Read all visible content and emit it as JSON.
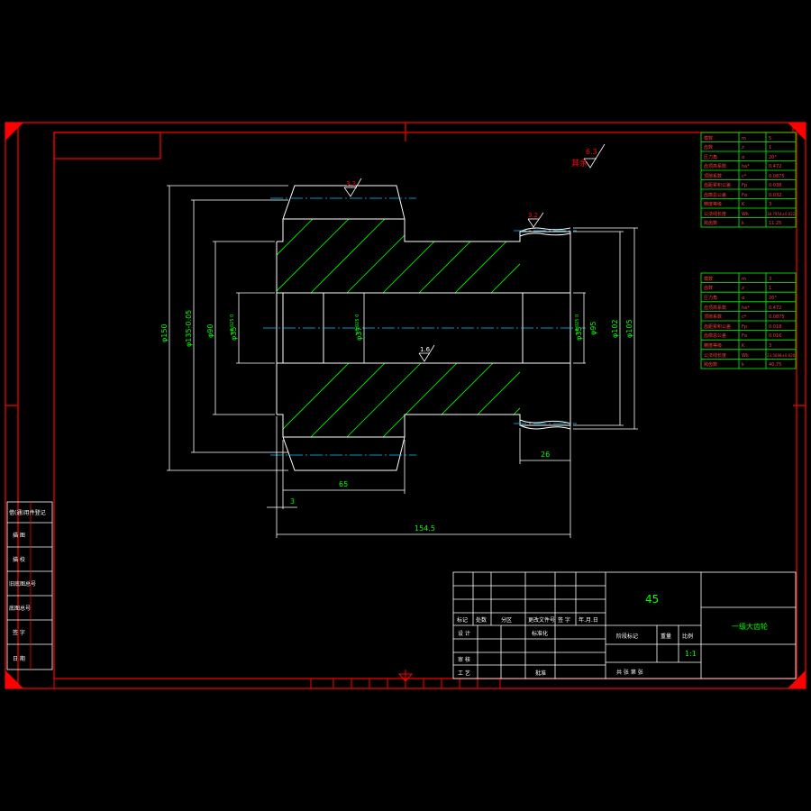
{
  "drawing": {
    "material": "45",
    "part_name": "一级大齿轮",
    "scale": "1:1",
    "roughness_general": "6.3",
    "roughness_general_note": "其余",
    "roughness_tooth": "3.2",
    "roughness_hub": "3.2",
    "roughness_bore": "1.6"
  },
  "dimensions": {
    "d_outer_large": "φ150",
    "d_pitch_large": "φ135-0.05",
    "d_hub": "φ90",
    "d_bore_left": "φ35",
    "d_bore_left_tol": "+0.025 0",
    "d_bore_mid": "φ37",
    "d_bore_mid_tol": "+0.025 0",
    "d_bore_right": "φ35",
    "d_bore_right_tol": "+0.025 0",
    "d_step": "φ95",
    "d_pinion_root": "φ102",
    "d_pinion_outer": "φ105",
    "len_gear": "65",
    "len_chamfer": "3",
    "len_total": "154.5",
    "len_pinion": "26"
  },
  "gear_table_1": [
    [
      "模数",
      "m",
      "5"
    ],
    [
      "齿数",
      "z",
      "1"
    ],
    [
      "压力角",
      "α",
      "20°"
    ],
    [
      "齿顶高系数",
      "ha*",
      "0.472"
    ],
    [
      "顶隙系数",
      "c*",
      "0.0875"
    ],
    [
      "齿距累积公差",
      "Fp",
      "0.038"
    ],
    [
      "齿廓总公差",
      "Fα",
      "0.032"
    ],
    [
      "精度等级",
      "K",
      "3"
    ],
    [
      "公法线长度",
      "Wk",
      "38.7954±0.022"
    ],
    [
      "跨齿数",
      "k",
      "11.25"
    ]
  ],
  "gear_table_2": [
    [
      "模数",
      "m",
      "3"
    ],
    [
      "齿数",
      "z",
      "1"
    ],
    [
      "压力角",
      "α",
      "20°"
    ],
    [
      "齿顶高系数",
      "ha*",
      "0.472"
    ],
    [
      "顶隙系数",
      "c*",
      "0.0875"
    ],
    [
      "齿距累积公差",
      "Fp",
      "0.018"
    ],
    [
      "齿廓总公差",
      "Fα",
      "0.016"
    ],
    [
      "精度等级",
      "K",
      "3"
    ],
    [
      "公法线长度",
      "Wk",
      "23.5698±0.020"
    ],
    [
      "跨齿数",
      "k",
      "40.75"
    ]
  ],
  "left_strip": [
    "借(通)用件登记",
    "描 图",
    "描 校",
    "旧底图总号",
    "底图总号",
    "签 字",
    "日 期"
  ],
  "title_block": {
    "rev_headers": [
      "标记",
      "处数",
      "分区",
      "更改文件号",
      "签 字",
      "年.月.日"
    ],
    "design": "设 计",
    "standardize": "标准化",
    "review": "审 核",
    "process": "工 艺",
    "approve": "批准",
    "stage_mark": "阶段标记",
    "weight": "重量",
    "scale_label": "比例",
    "sheets": "共   张   第   张"
  }
}
